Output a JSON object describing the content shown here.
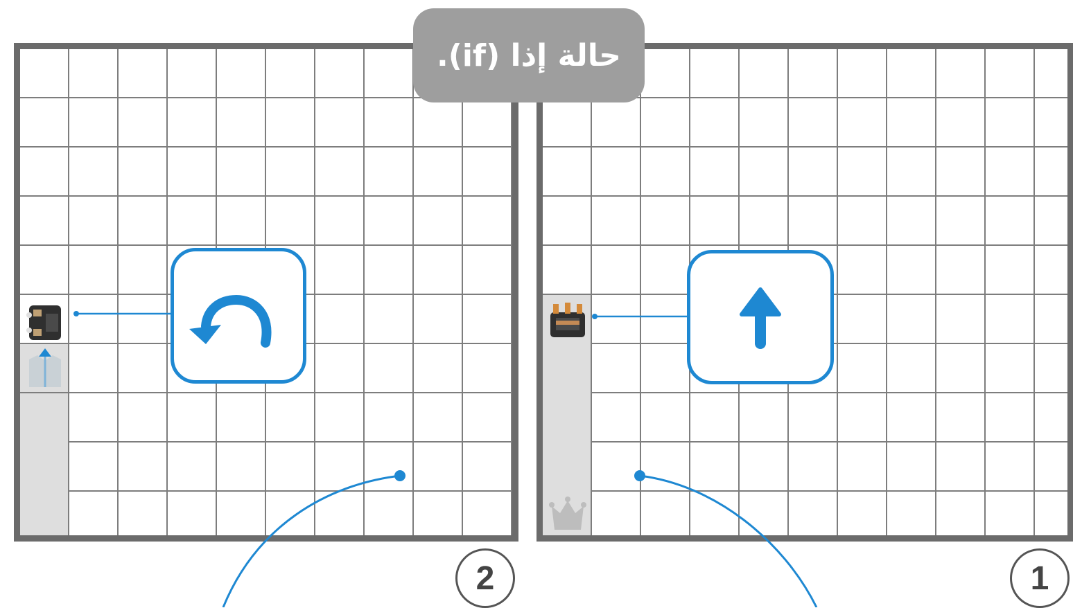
{
  "title": "حالة إذا (if).",
  "panels": [
    {
      "number": "2",
      "command": "turn-left-icon"
    },
    {
      "number": "1",
      "command": "move-forward-icon"
    }
  ],
  "colors": {
    "accent": "#1e88d2",
    "grid": "#7d7d7d",
    "frame": "#6b6b6b",
    "path": "#dedede",
    "pill": "#9e9e9e"
  }
}
